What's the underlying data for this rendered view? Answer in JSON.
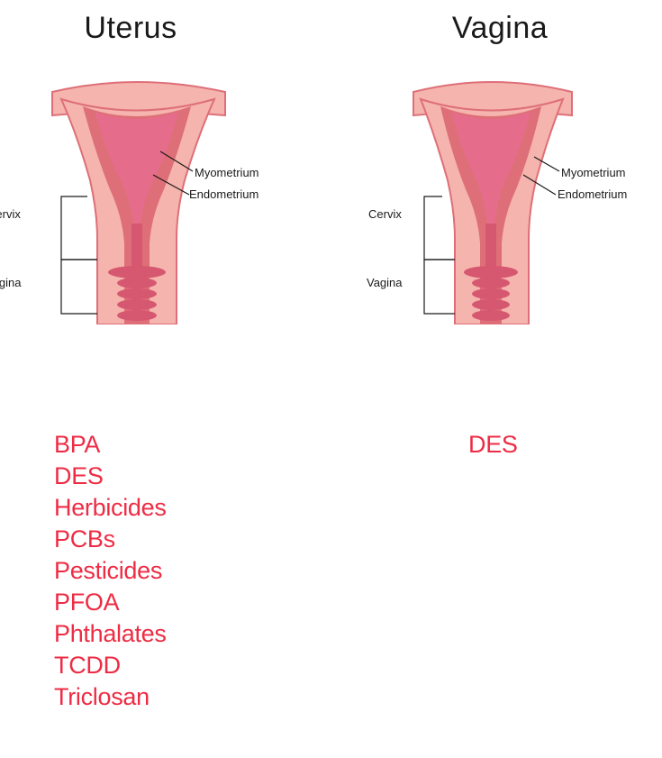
{
  "colors": {
    "accent": "#ee2c44",
    "tissue_outer": "#f5b4ad",
    "tissue_wall": "#de6f78",
    "lumen": "#e56d8b"
  },
  "panels": [
    {
      "title": "Uterus",
      "labels": {
        "myometrium": "Myometrium",
        "endometrium": "Endometrium",
        "cervix": "Cervix",
        "vagina": "Vagina"
      },
      "chemicals": [
        "BPA",
        "DES",
        "Herbicides",
        "PCBs",
        "Pesticides",
        "PFOA",
        "Phthalates",
        "TCDD",
        "Triclosan"
      ]
    },
    {
      "title": "Vagina",
      "labels": {
        "myometrium": "Myometrium",
        "endometrium": "Endometrium",
        "cervix": "Cervix",
        "vagina": "Vagina"
      },
      "chemicals": [
        "DES"
      ]
    }
  ]
}
